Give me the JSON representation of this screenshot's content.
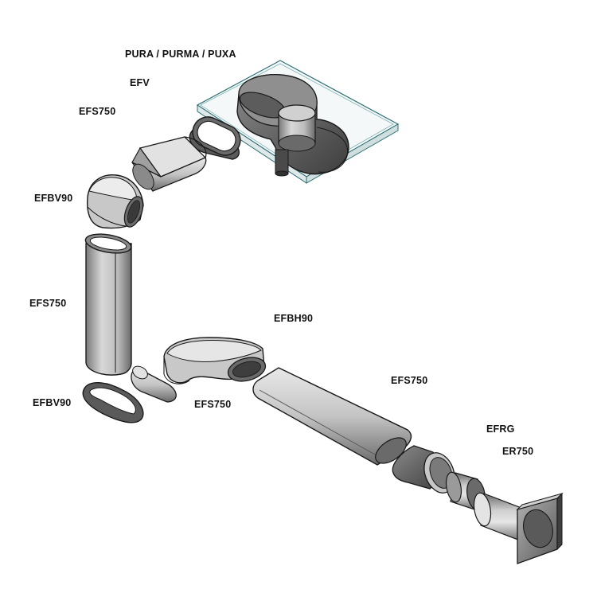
{
  "labels": {
    "hood": "PURA / PURMA / PUXA",
    "valve": "EFV",
    "straight_1": "EFS750",
    "bend_v90_1": "EFBV90",
    "straight_vertical": "EFS750",
    "bend_v90_2": "EFBV90",
    "straight_short": "EFS750",
    "bend_h90": "EFBH90",
    "straight_long": "EFS750",
    "adapter": "EFRG",
    "wall_terminal": "ER750"
  },
  "colors": {
    "duct_dark": "#5a5a5a",
    "duct_mid": "#9a9a9a",
    "duct_light": "#d4d4d4",
    "outline": "#1a1a1a",
    "hood_frame": "#2e6e73",
    "label": "#111111"
  }
}
